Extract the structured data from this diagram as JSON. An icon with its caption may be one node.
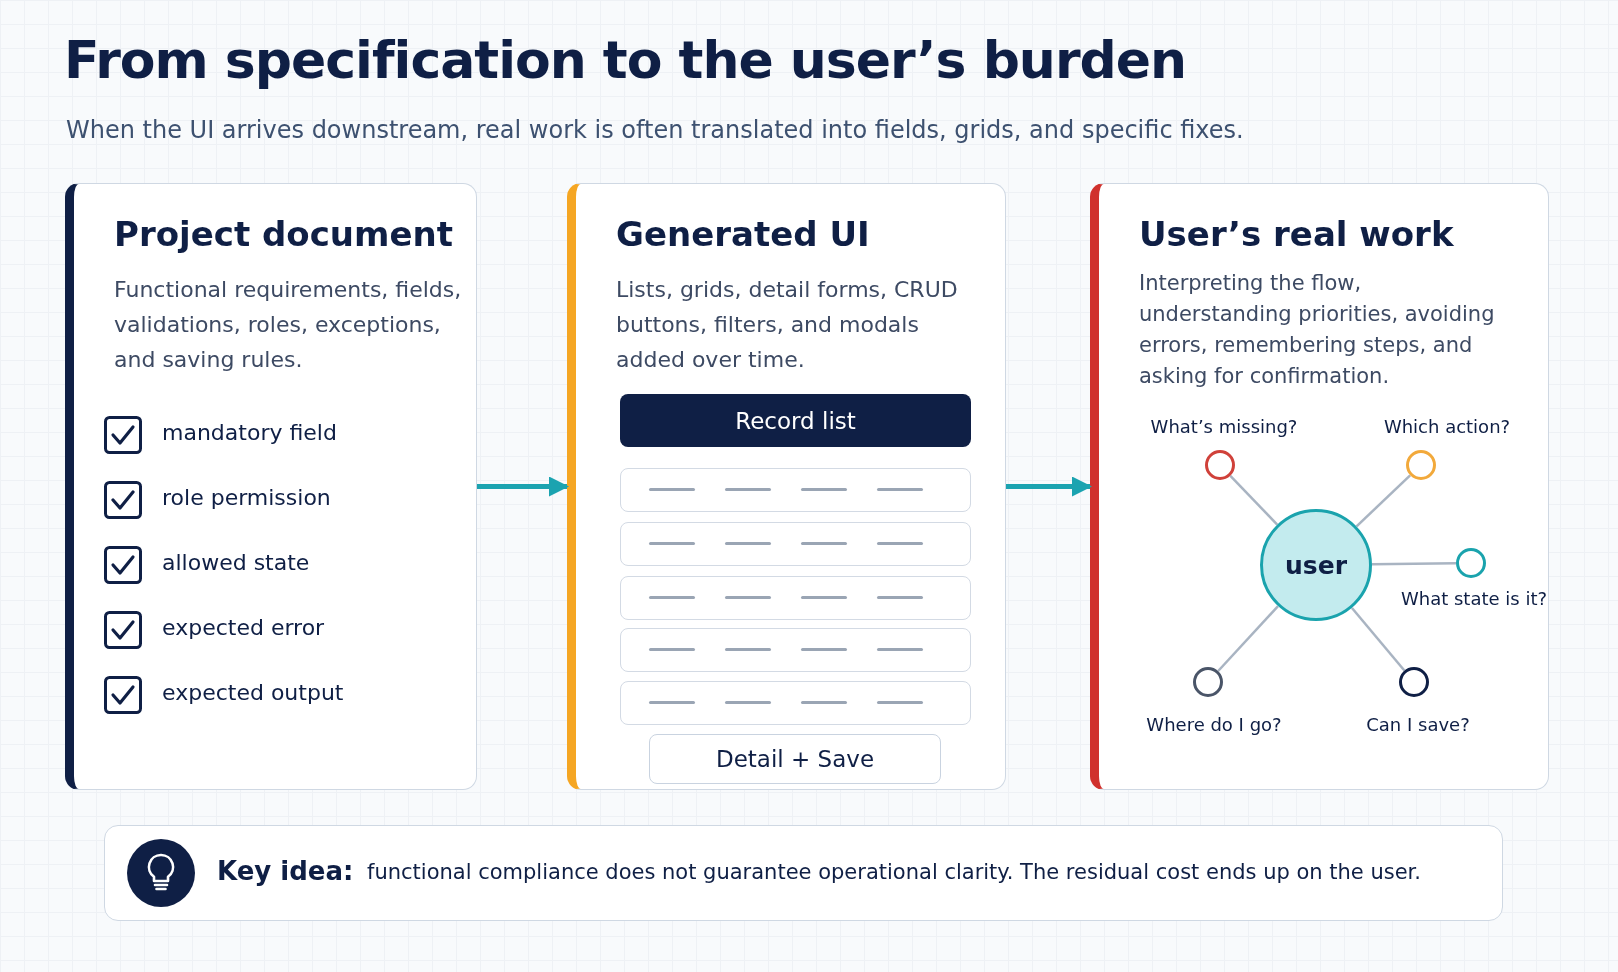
{
  "diagram": {
    "title": "From specification to the user’s burden",
    "nodes": [
      {
        "text": [
          "Project document",
          "Functional requirements, fields, validations, roles, exceptions, and saving rules."
        ]
      },
      {
        "text": [
          "Generated UI",
          "Lists, grids, detail forms, CRUD buttons, filters, and modals added over time."
        ]
      },
      {
        "text": [
          "Record list"
        ],
        "in": 1
      },
      {
        "text": [],
        "shape": "box",
        "in": 1
      },
      {
        "text": [],
        "shape": "box",
        "in": 1
      },
      {
        "text": [],
        "shape": "box",
        "in": 1
      },
      {
        "text": [],
        "shape": "box",
        "in": 1
      },
      {
        "text": [],
        "shape": "box",
        "in": 1
      },
      {
        "text": [
          "Detail + Save"
        ],
        "in": 1
      },
      {
        "text": [
          "User’s real work",
          "Interpreting the flow, understanding priorities, avoiding errors, remembering steps, and asking for confirmation."
        ]
      },
      {
        "text": [
          "user"
        ],
        "in": 9
      },
      {
        "text": [],
        "shape": "circle",
        "in": 9,
        "beside": [
          "What’s missing?"
        ]
      },
      {
        "text": [],
        "shape": "circle",
        "in": 9,
        "beside": [
          "Which action?"
        ]
      },
      {
        "text": [],
        "shape": "circle",
        "in": 9,
        "beside": [
          "What state is it?"
        ]
      },
      {
        "text": [],
        "shape": "circle",
        "in": 9,
        "beside": [
          "Where do I go?"
        ]
      },
      {
        "text": [],
        "shape": "circle",
        "in": 9,
        "beside": [
          "Can I save?"
        ]
      },
      {
        "text": [
          "Key idea:",
          "functional compliance does not guarantee operational clarity. The residual cost ends up on the user."
        ]
      }
    ],
    "edges": [
      {
        "from": 0,
        "to": 1,
        "arrow": "to",
        "color": "#1ba3b0",
        "style": "thick"
      },
      {
        "from": 1,
        "to": 9,
        "arrow": "to",
        "color": "#1ba3b0",
        "style": "thick"
      },
      {
        "from": 10,
        "to": 11,
        "arrow": "none"
      },
      {
        "from": 10,
        "to": 12,
        "arrow": "none"
      },
      {
        "from": 10,
        "to": 13,
        "arrow": "none"
      },
      {
        "from": 10,
        "to": 14,
        "arrow": "none"
      },
      {
        "from": 10,
        "to": 15,
        "arrow": "none"
      }
    ],
    "labels": [
      "When the UI arrives downstream, real work is often translated into fields, grids, and specific fixes.",
      "mandatory field",
      "role permission",
      "allowed state",
      "expected error",
      "expected output"
    ]
  }
}
